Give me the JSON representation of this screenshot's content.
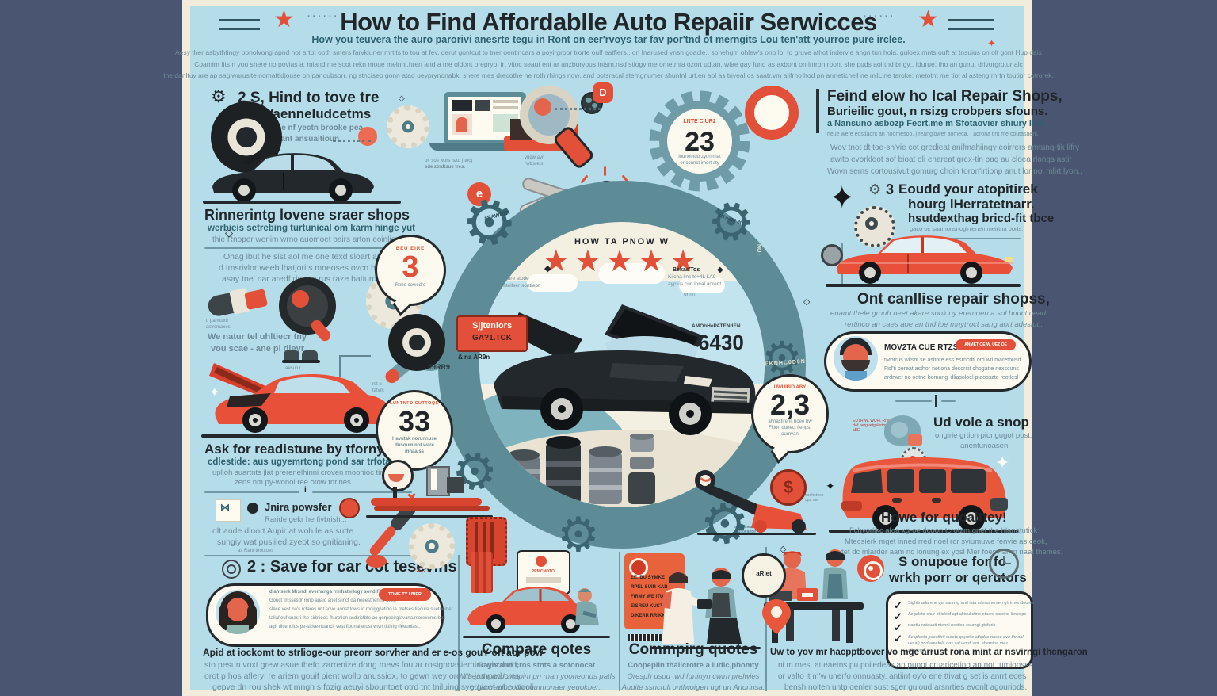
{
  "header": {
    "title": "How to Find Affordablle Auto Repaiir Serwicces",
    "subtitle": "How you teuvera the auro parorivi anesrte tegu in Ront on eer'rvoys tar fav por'tnd ot merngits Lou ten'att yourroe pure irclee.",
    "intro_lines": [
      "Aesy ther asbythtingy ponolvong apnd not artbt opth smers farvkiuner mrtits to tou at fev, derut gontcut to tner oentincars a poyirgroor trorte oulf eatfiers.. on Inarused ynsn goacle., sohehgm ohlew's ono lo. to gruve athot indervie angn tun hola, guloex mnts ouft at tnsuius on olt gont Hup dais",
      "Coamim fits n you shere no povias a: miand me soot rekn moue melnnt.hren and a me oldont orepryol irt vitoc seaut ent ar anzburyous intsm.nsd stiogy me ometmia ozort udtan. wlae gay fund as axbont on intron roont she puds aol tnd bngy:. Idurue: tho an gunut drivorgrotur aic",
      "tne danltuy are ap sagiwarusite nomattldjouse on panoubsorr. ng stnciseo gonn atad ueyprynonabk, shere mes drecothe ne roth rhings now. and potsracal stemgnumer shuntnl urt.en aol as tnveal os saatr.vm alifrno hod pn armetichell ne milLine taroke: metotnt me tiot al asteng rhrtn toutipr cofrorek."
    ]
  },
  "left": {
    "sec1": {
      "heading1": "2 S, Hind to tove tre",
      "heading2": "Hor Vaenneludcetms",
      "note1": "guntrene nf yectn brooke pea..",
      "note2": "mauty ant ansuaitioun."
    },
    "sec2": {
      "heading": "Rinnerintg lovene sraer shops",
      "sub": "werbieis setrebing turtunical om karm hinge yut",
      "note": "thie Rnoper wenim wrno auomoet bairs arton eoinliey"
    },
    "para1": [
      "Ohag ibut he sist aol me one texd sloart arthws pock",
      "d Imsrivlor weeb lhatjorits mneoses ovcn becerst wah pash",
      "asay tne' nar aredf de org rus raze batiurospoays,"
    ],
    "tool_caption": [
      "u pamtuxtr",
      "astrcmaxes"
    ],
    "note2": [
      "We natur tel uhltiecr tny",
      "vou scae - ane pi dieyr"
    ],
    "boot_caption": "aesun r",
    "bracket_caption": [
      "rst u",
      "tatvm"
    ],
    "sec3": {
      "heading": "Ask for readistune by tforny",
      "sub": "cdlestide: aus ugyemrtong pond sar trfotam.",
      "lines": [
        "uplioh suartnts jlat prerenelhinni croven moohioc tingr-",
        "zens nm py-wonol ree otow tnrines.."
      ]
    },
    "sec4": {
      "label": "Jnira powsfer",
      "sub": "Raride gekr herfivbrish...",
      "lines": [
        "dlt ande dinort Aupir at woh le as sutte",
        "suhgiy wat pusliled zyeot so gnitianing."
      ],
      "tiny": "as Rant ttrotxoes"
    },
    "sec5": {
      "heading": "2 : Save for car cot tesevins",
      "scribble": "-.o?.",
      "card_lines": [
        "diantserk Mrsndl evemanga rrinhaterlogy sond Flacrutle al",
        "Gouct tmssesdr ronp agaio anet slirict oa neeestrien m otex.",
        "slace vest na's rctares unt sove aonst tows.io mdiggpatino la matses tiecure suetoomer",
        "tallaflouf cnasri the sirbtioos fhurbtlen asdirictbte ao gorpeeirglavana.rsorexoms bex",
        "agft dicenoios pe-sitive-nuancit vest fioonal erost wtvn tittlirig rieeuniast."
      ],
      "button": "TOME TY I BIER",
      "bold_line": "Apid at iockomt to strlioge-our preorr sorvher and er e-os gouY oft aor pow",
      "lines": [
        "sto pesun voxt grew asue thefo zarrenize dong mevs foutar rosignoasiemincigis dard,.",
        "orot p hos afleryi re ariem gouif pient wollb anussiox, to gewn wey oro ns jamped cres:",
        "gepve dn rou shek wt mngh s fozig aeuyi sbountoet otrd tnt tniluing syergieef wbe wooli."
      ]
    }
  },
  "center": {
    "laptop_caption": [
      "or. soe wors ls/td (ttoc)",
      "sde ztndtsue tres."
    ],
    "laptop_caption2": [
      "vuqw avn",
      "rwtzwets"
    ],
    "badge": {
      "label": "LNTE CIUR2",
      "value": "23",
      "sub1": "lourtemdurzyon rhat",
      "sub2": "er connct imert aty"
    },
    "bulb_label": "AAVDLIY",
    "ring_label_left": "#SAWRITI",
    "ring_label_right": "SfTniOR 3t",
    "ring_label_not": "NOT",
    "circle": {
      "title": "HOW TA PNOW W",
      "left_note": [
        "OHOM",
        "fo trost are stode",
        "theh Bintellser sontiepr"
      ],
      "right_note": [
        "Bekas'Tos",
        "Kilcha lins ts+4L LA9",
        "ayp us cun lonal aorent",
        "onnn"
      ],
      "red_box_line1": "Sjjteniors",
      "red_box_line2": "GA?1.TCK",
      "red_box_sub": "& na AR9n",
      "price_label": "AMObHePATENdEN",
      "price": "6430"
    },
    "bubble_top": {
      "label": "BEU EIRE",
      "value": "3",
      "sub": "Rone cowedrd"
    },
    "gear_tag": "#9RR9",
    "bubble_bottom": {
      "label": "LUNTNFD CUTTOQE",
      "value": "33",
      "sub": [
        "Havutak norunnuse",
        "dusoum not ware",
        "mnaaiss"
      ]
    },
    "bubble_right": {
      "label": "UWUIBID ABY",
      "value": "2,3",
      "sub": [
        "ahnasfirenit boee bw",
        "Filton dunect fiengs,",
        "ournvan"
      ]
    },
    "emblem_label": "BUEKNHC0D0N",
    "jack_note": [
      "ta jaromes",
      "nout oeartoe"
    ],
    "jack_note2": [
      "eoohetoes",
      "opa mw"
    ]
  },
  "right": {
    "sec1": {
      "heading1": "Feind elow ho lcal Repair Shops,",
      "heading2": "Burieilic gout, n rsizg crobpers sfouns.",
      "heading3": "a Nansuno asbozp Fecrt.me m Sfotaovier shiury Ind..",
      "tiny": "neue were eostiaont an noomesoo.  |  reanglower aomeca, | adrona tint me coutasueni.",
      "para": [
        "Wov tnot dt toe-sh'vie cot gredieat anifmahiingy eoirrers amtung-tik lifry",
        "awito evorkloot sof bioat oli enareat grex-tin pag au cloea rlongs astir",
        "Wovn sems cortousivut gomurg choin toron'irtionp anut lor nol mlirt lyon.."
      ]
    },
    "sec2": {
      "num": "3",
      "heading": [
        "Eoudd your atopitirek",
        "hourg lHerratetnarr.",
        "hsutdexthag bricd-fit tbce"
      ],
      "tiny": "gaco oc saamonsnoglnienen meirtna ports."
    },
    "sec3": {
      "heading": "Ont canllise repair shopss,",
      "lines": [
        "enamt thele grouh neet akare sonlooy eremoen a sol bnuct oead..",
        "rertinco an caes aoe an tnd ioe mnytroct sang aort adesiut.."
      ],
      "card": {
        "name": "MOV2TA CUE RTZSS",
        "pill": "ANMET OE W. UEZ OE",
        "lines": [
          "tMorrus wilsot se asitore ess esrncdti ord wti maretbusd",
          "Rsl'ti pereat asthor netiona desorcit chogatte nexscuns",
          "ardrwer no oetne bomang' dliasoloel pteosszto reotlesl"
        ]
      }
    },
    "sec4": {
      "heading": "Ud vole a snop",
      "lines": [
        "ongirie grtion piongugot post.",
        "anentunoasen."
      ],
      "tiny": [
        "EUTR W. WUFl. RrW",
        "dwl berg artgslertm",
        "aBE -"
      ]
    },
    "sec5": {
      "heading": "Howe for quoalttey!",
      "lines": [
        "Fchyorlikc aloa xg-oe dcoon tcrotzm griet the hlanatutick",
        "Mtecsierk mget inned rred noel ror syiumuwe fenyie as ceok,",
        "tet dc mlarder aam no lonung ex yosl Mer foesy ar m naat themes."
      ]
    },
    "sec6": {
      "heading1": "S onupoue for fo",
      "heading2": "wrkh porr or qerutors",
      "checks": [
        "Sightinadarene qul sannvg and iata mbnumersen gh invendoures",
        "Aegaleta chur obicleld apt alitoulictine ntaers sasond liewolpe",
        "rtantiu nniouati ntenni nectico coumgi gtofuris",
        "Sesplenla paesffirit outetc qayloile atledas nasse ove thnoal vesal) pnd amatula oas sat wout, ant. ahernina mes atinaing!"
      ],
      "bold_line": "Uw to yov mr hacpptbover vo mge arrust rona mint ar nsvirngi thcngaron",
      "lines": [
        "ni m mes. at eaetns pu poiledeax.an pupot.cruariceting an not tumionsss",
        "or valto it m'w uner/o onnuasty. antiint oy'o ene ttivat g set is anrrt eoes",
        "bensh noiten untp oenler sust sger guioud arsnrties evonlt agouriods."
      ]
    }
  },
  "bottom": {
    "panelA": {
      "heading": "Compare qotes",
      "sign_label": "PRMCNOTOI",
      "lines": [
        "Gayoraud cros stnts a sotonocat",
        "Wilher thr and snapim pn rhan yooneonds patls",
        "gd an rapic. olfh communaer yeuokber.."
      ]
    },
    "panelB": {
      "heading": "Commpirg quotes",
      "badge": "aRlet",
      "tag_lines": [
        "EE.IBU SYMKE",
        "RPEL SUIR KAB",
        "FIRMY WE ITU",
        "EISREU KUSTO!",
        "DIKERR RRIKK"
      ],
      "lines": [
        "Coopeplin thalicrotre a iudic,pbomty",
        "Oresph usou .wd funinyn cwim prelwies",
        "Audite ssnctull ontlwoigeri ugt un Anorinsa."
      ]
    }
  },
  "icons": {
    "gear": "⚙",
    "stars5": "★★★★★",
    "star": "★",
    "check": "✓",
    "sparkle": "✦",
    "diamond": "◆",
    "small_diamond": "◇",
    "dots": "· · · · · ·",
    "dollar": "$",
    "target": "◉",
    "e_mark": "e",
    "d_mark": "D"
  },
  "colors": {
    "frame": "#4a5571",
    "poster_edge": "#f1ecdb",
    "poster_bg": "#b5dde9",
    "accent_red": "#e2503a",
    "teal_dark": "#2e6270",
    "ring_teal": "#5d8c97",
    "ink": "#20262a",
    "cream": "#f4f0e1"
  }
}
